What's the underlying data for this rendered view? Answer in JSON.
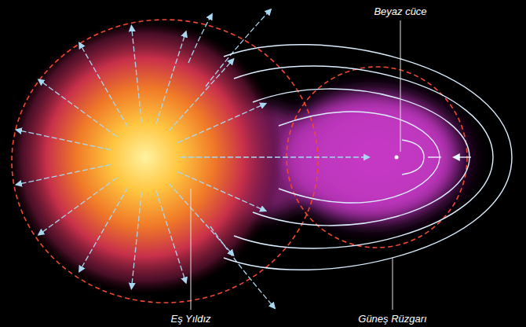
{
  "diagram": {
    "labels": [
      "Beyaz cüce",
      "Eş Yıldız",
      "Güneş Rüzgarı"
    ]
  }
}
